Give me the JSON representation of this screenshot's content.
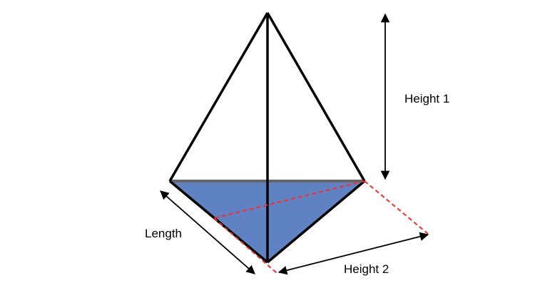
{
  "labels": {
    "height1": "Height 1",
    "length": "Length",
    "height2": "Height 2"
  },
  "colors": {
    "base_fill": "#5f83c2",
    "edge": "#000000",
    "top_base_edge": "#666666",
    "dashed": "#ff2a2a"
  }
}
